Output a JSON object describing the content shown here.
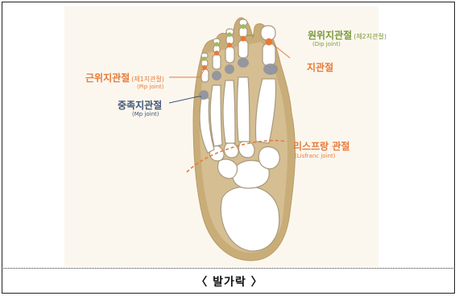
{
  "colors": {
    "green": "#7a9a3c",
    "orange": "#e87a3a",
    "navy": "#3f5577",
    "tan": "#c9ad79",
    "tan_light": "#e9dcc1",
    "bone": "#ffffff",
    "bone_outline": "#aa9c80",
    "joint": "#8f93a0"
  },
  "labels": {
    "dip": {
      "name": "원위지관절",
      "paren": "(제2지관절)",
      "sub": "(Dip joint)"
    },
    "ip": {
      "name": "지관절"
    },
    "pip": {
      "name": "근위지관절",
      "paren": "(제1지관절)",
      "sub": "(Pip joint)"
    },
    "mp": {
      "name": "중족지관절",
      "sub": "(Mp joint)"
    },
    "lisfranc": {
      "name": "리스프랑 관절",
      "sub": "(Lisfranc joint)"
    }
  },
  "caption": "〈 발가락 〉"
}
